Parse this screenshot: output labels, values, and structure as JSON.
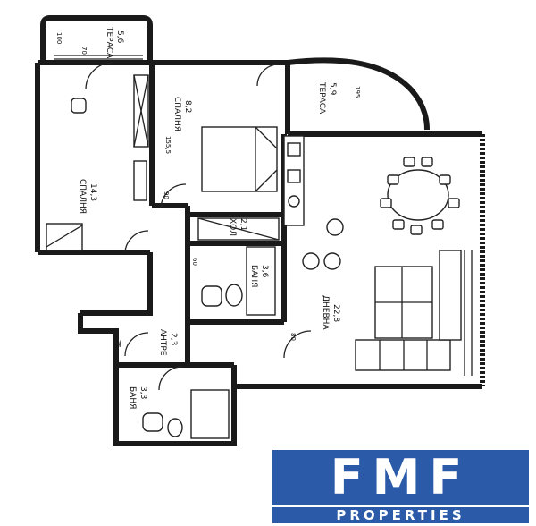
{
  "rooms": {
    "terrace_top": {
      "name": "ТЕРАСА",
      "area": "5,6"
    },
    "terrace_right": {
      "name": "ТЕРАСА",
      "area": "5,9"
    },
    "bedroom_right": {
      "name": "СПАЛНЯ",
      "area": "8,2"
    },
    "bedroom_left": {
      "name": "СПАЛНЯ",
      "area": "14,3"
    },
    "bath_center": {
      "name": "БАНЯ",
      "area": "3,6"
    },
    "bath_bottom": {
      "name": "БАНЯ",
      "area": "3,3"
    },
    "hall": {
      "name": "ХОЛ",
      "area": "2,1"
    },
    "lobby": {
      "name": "АНТРЕ",
      "area": "2,3"
    },
    "living": {
      "name": "ДНЕВНА",
      "area": "22,8"
    }
  },
  "dimensions": {
    "d100": "100",
    "d195": "195",
    "d155": "155,5",
    "d60": "60",
    "d80": "80",
    "d90": "90",
    "d70": "70",
    "d75": "75"
  },
  "logo": {
    "brand": "FMF",
    "subtitle": "PROPERTIES",
    "color": "#2a5aa8"
  }
}
